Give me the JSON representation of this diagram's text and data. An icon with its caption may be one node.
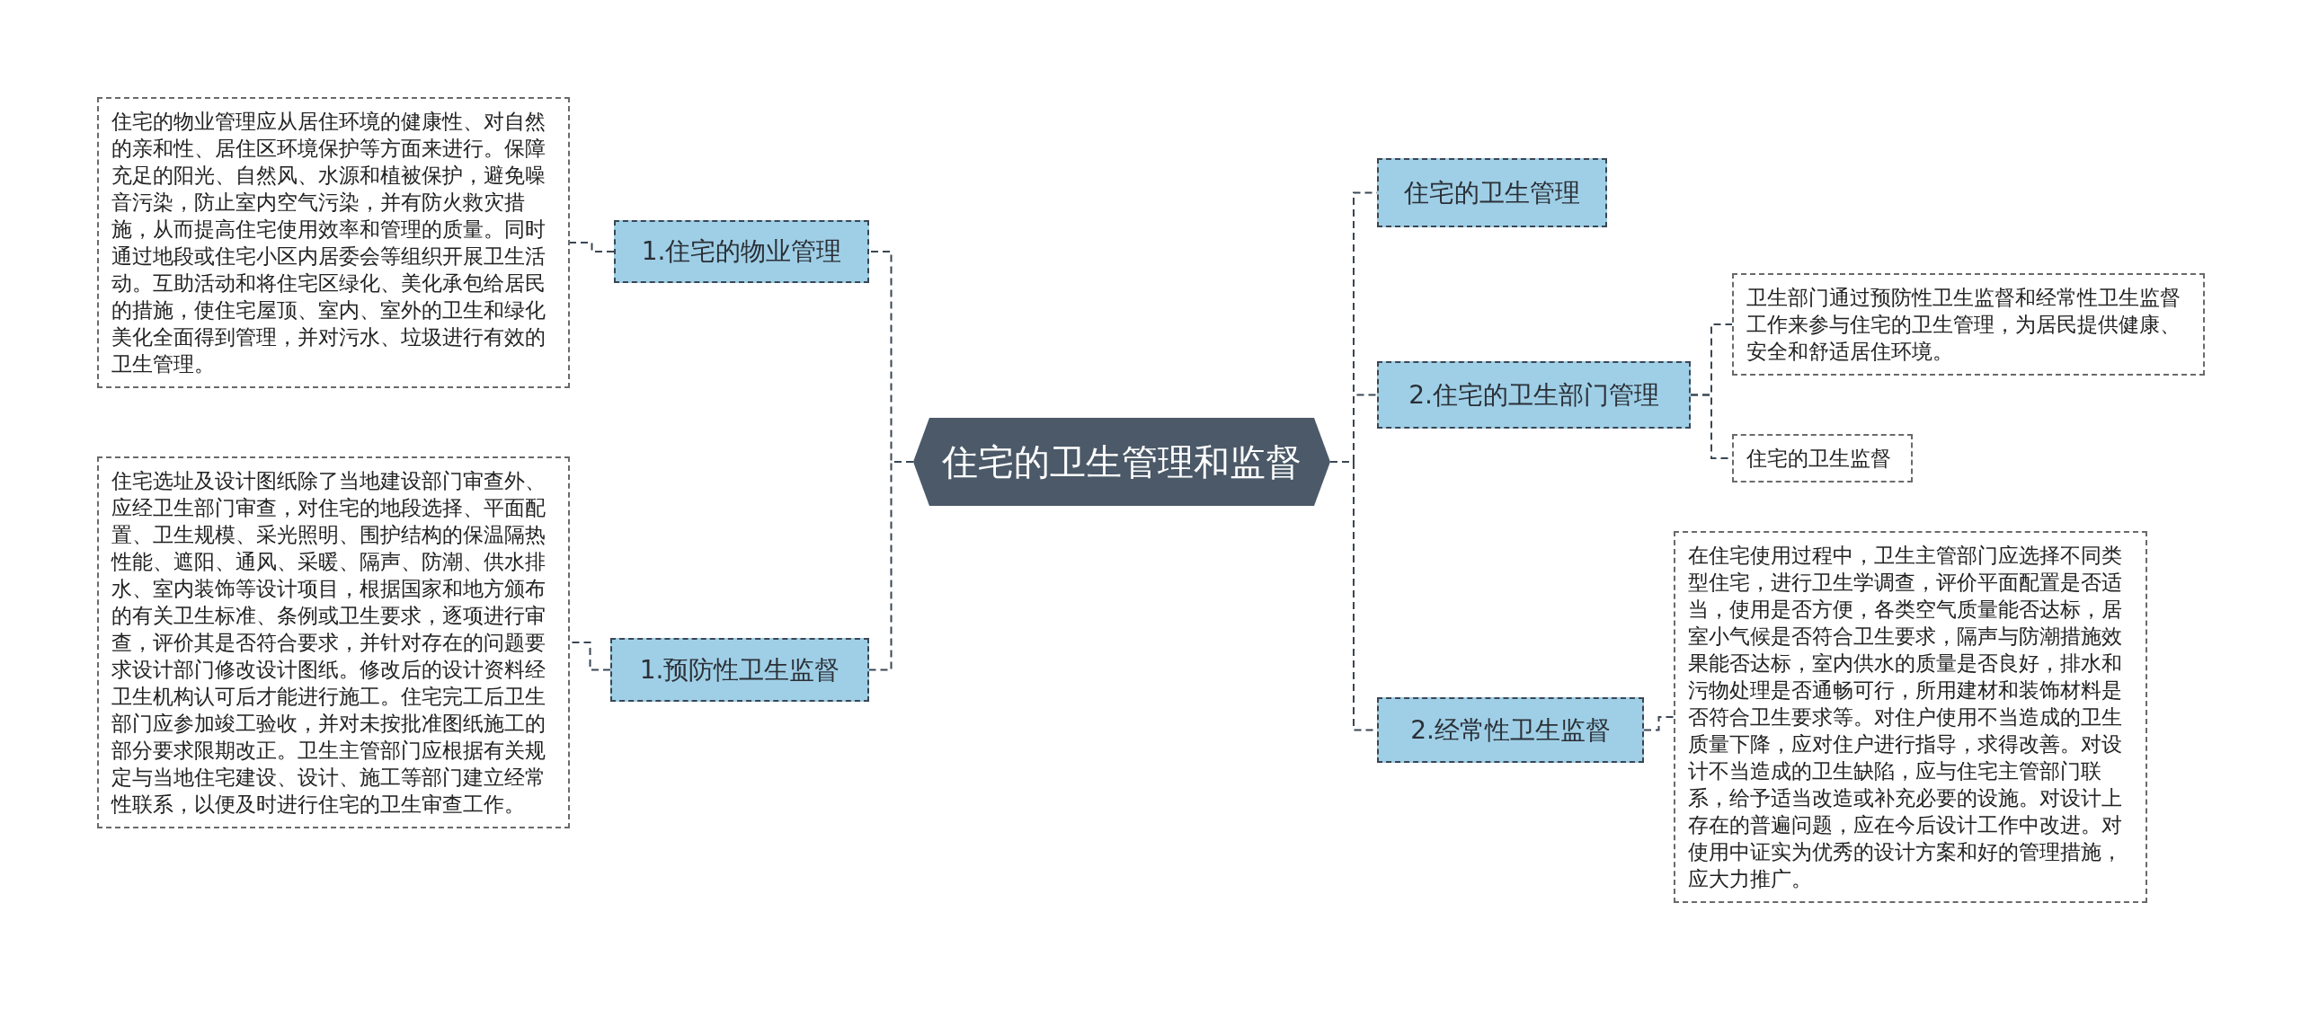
{
  "diagram": {
    "nodes": [
      {
        "text": [
          "住宅的卫生管理和监督"
        ]
      },
      {
        "text": [
          "1.住宅的物业管理"
        ]
      },
      {
        "text": [
          "住宅的物业管理应从居住环境的健康性、对自然的亲和性、居住区环境保护等方面来进行。保障充足的阳光、自然风、水源和植被保护，避免噪音污染，防止室内空气污染，并有防火救灾措施，从而提高住宅使用效率和管理的质量。同时通过地段或住宅小区内居委会等组织开展卫生活动。互助活动和将住宅区绿化、美化承包给居民的措施，使住宅屋顶、室内、室外的卫生和绿化美化全面得到管理，并对污水、垃圾进行有效的卫生管理。"
        ]
      },
      {
        "text": [
          "1.预防性卫生监督"
        ]
      },
      {
        "text": [
          "住宅选址及设计图纸除了当地建设部门审查外、应经卫生部门审查，对住宅的地段选择、平面配置、卫生规模、采光照明、围护结构的保温隔热性能、遮阳、通风、采暖、隔声、防潮、供水排水、室内装饰等设计项目，根据国家和地方颁布的有关卫生标准、条例或卫生要求，逐项进行审查，评价其是否符合要求，并针对存在的问题要求设计部门修改设计图纸。修改后的设计资料经卫生机构认可后才能进行施工。住宅完工后卫生部门应参加竣工验收，并对未按批准图纸施工的部分要求限期改正。卫生主管部门应根据有关规定与当地住宅建设、设计、施工等部门建立经常性联系，以便及时进行住宅的卫生审查工作。"
        ]
      },
      {
        "text": [
          "住宅的卫生管理"
        ]
      },
      {
        "text": [
          "2.住宅的卫生部门管理"
        ]
      },
      {
        "text": [
          "卫生部门通过预防性卫生监督和经常性卫生监督工作来参与住宅的卫生管理，为居民提供健康、安全和舒适居住环境。"
        ]
      },
      {
        "text": [
          "住宅的卫生监督"
        ]
      },
      {
        "text": [
          "2.经常性卫生监督"
        ]
      },
      {
        "text": [
          "在住宅使用过程中，卫生主管部门应选择不同类型住宅，进行卫生学调查，评价平面配置是否适当，使用是否方便，各类空气质量能否达标，居室小气候是否符合卫生要求，隔声与防潮措施效果能否达标，室内供水的质量是否良好，排水和污物处理是否通畅可行，所用建材和装饰材料是否符合卫生要求等。对住户使用不当造成的卫生质量下降，应对住户进行指导，求得改善。对设计不当造成的卫生缺陷，应与住宅主管部门联系，给予适当改造或补充必要的设施。对设计上存在的普遍问题，应在今后设计工作中改进。对使用中证实为优秀的设计方案和好的管理措施，应大力推广。"
        ]
      }
    ],
    "edges": [
      {
        "from": 0,
        "to": 1,
        "arrow": "none"
      },
      {
        "from": 1,
        "to": 2,
        "arrow": "none"
      },
      {
        "from": 0,
        "to": 3,
        "arrow": "none"
      },
      {
        "from": 3,
        "to": 4,
        "arrow": "none"
      },
      {
        "from": 0,
        "to": 5,
        "arrow": "none"
      },
      {
        "from": 0,
        "to": 6,
        "arrow": "none"
      },
      {
        "from": 6,
        "to": 7,
        "arrow": "none"
      },
      {
        "from": 6,
        "to": 8,
        "arrow": "none"
      },
      {
        "from": 0,
        "to": 9,
        "arrow": "none"
      },
      {
        "from": 9,
        "to": 10,
        "arrow": "none"
      }
    ]
  }
}
